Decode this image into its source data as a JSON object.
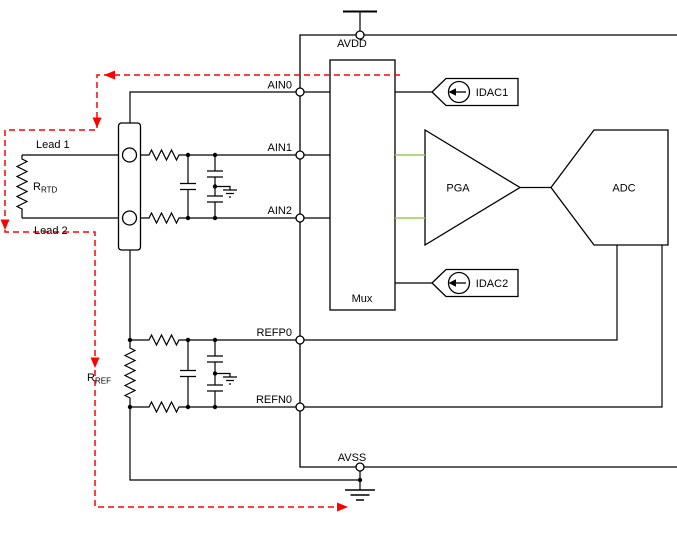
{
  "diagram": {
    "pins": {
      "avdd": "AVDD",
      "avss": "AVSS",
      "ain0": "AIN0",
      "ain1": "AIN1",
      "ain2": "AIN2",
      "refp0": "REFP0",
      "refn0": "REFN0"
    },
    "blocks": {
      "mux": "Mux",
      "pga": "PGA",
      "adc": "ADC",
      "idac1": "IDAC1",
      "idac2": "IDAC2"
    },
    "external": {
      "lead1": "Lead 1",
      "lead2": "Lead 2",
      "r_rtd_base": "R",
      "r_rtd_sub": "RTD",
      "r_ref_base": "R",
      "r_ref_sub": "REF"
    },
    "colors": {
      "wire": "#000000",
      "mux_signal_highlight": "#92d050",
      "excitation_current": "#ff0000",
      "background": "#ffffff"
    }
  }
}
